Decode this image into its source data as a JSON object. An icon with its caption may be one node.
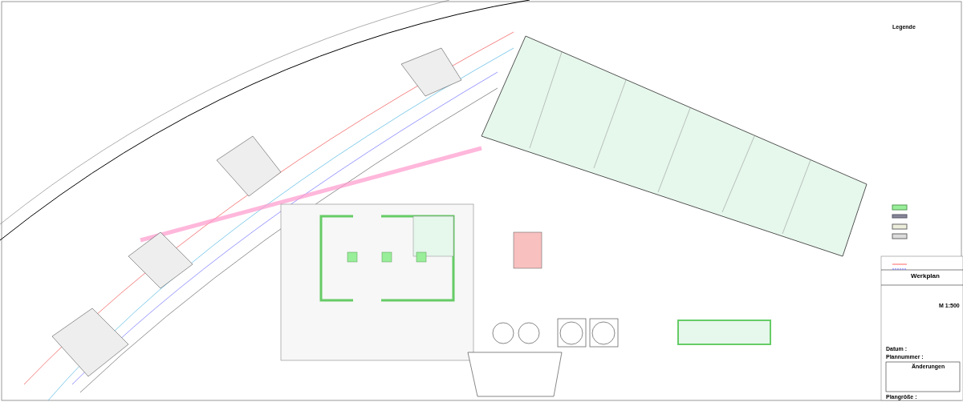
{
  "diagram": {
    "labels": [
      "Legende",
      "Werkplan",
      "M 1:500",
      "Datum :",
      "Plannummer :",
      "Änderungen",
      "Plangröße :"
    ]
  }
}
